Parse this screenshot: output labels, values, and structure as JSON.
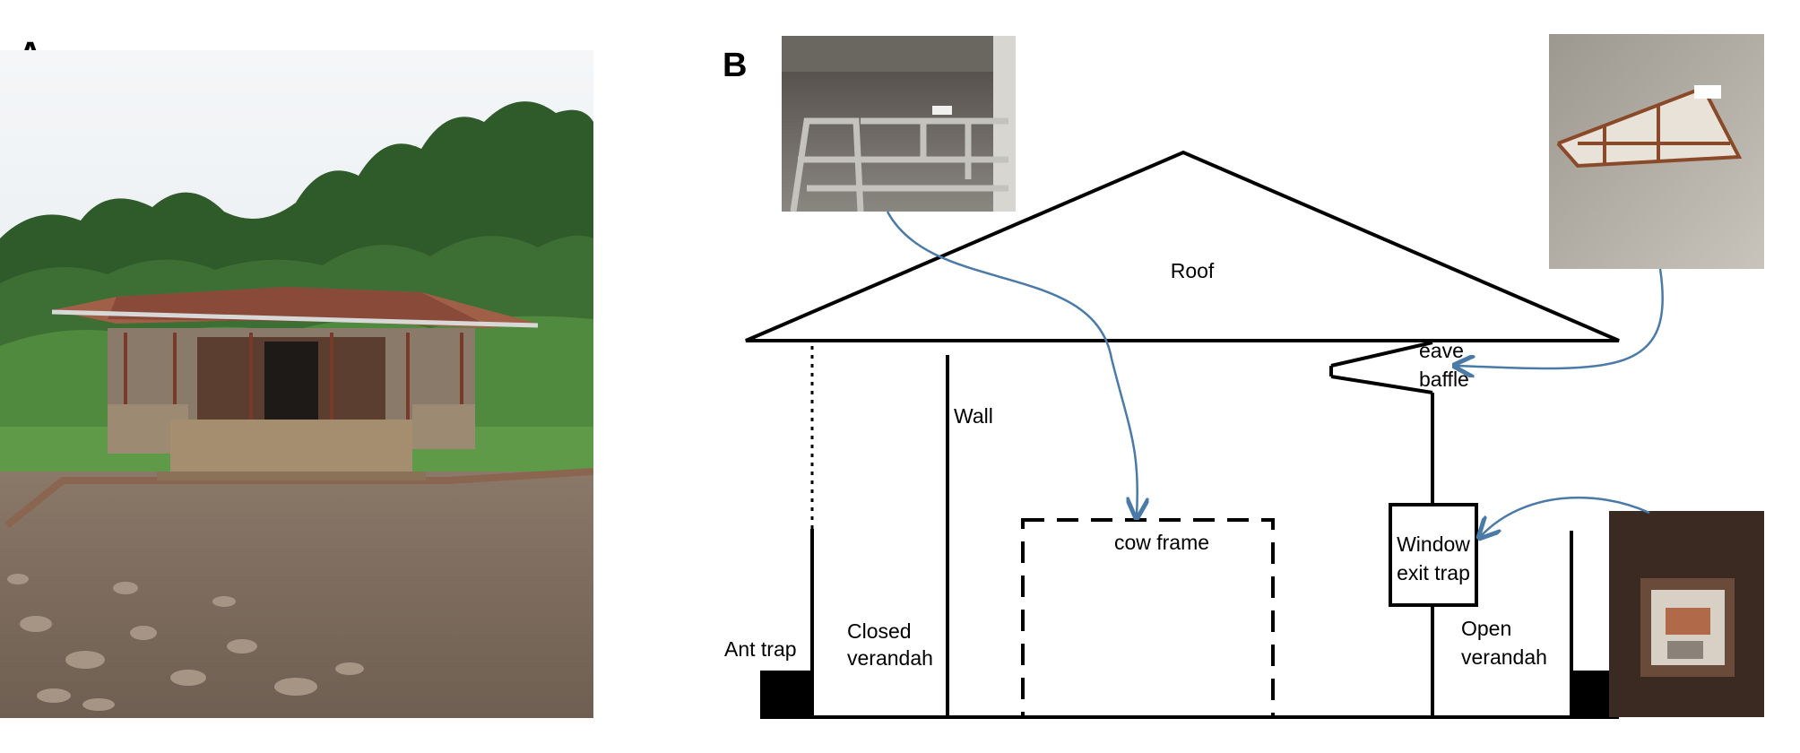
{
  "panels": {
    "a": "A",
    "b": "B"
  },
  "labels": {
    "roof": "Roof",
    "eave_baffle": [
      "eave",
      "baffle"
    ],
    "wall": "Wall",
    "cow_frame": "cow frame",
    "window_exit_trap": [
      "Window",
      "exit trap"
    ],
    "ant_trap": "Ant trap",
    "closed_verandah": [
      "Closed",
      "verandah"
    ],
    "open_verandah": [
      "Open",
      "verandah"
    ]
  },
  "colors": {
    "arrow": "#4a7aa8",
    "line": "#000000",
    "roof_tile": "#8a4a3a"
  },
  "photos": {
    "field_house": "experimental hut photograph",
    "cow_frame_inside": "interior cow frame photograph",
    "eave_baffle": "eave baffle photograph",
    "window_trap": "window exit trap photograph"
  }
}
